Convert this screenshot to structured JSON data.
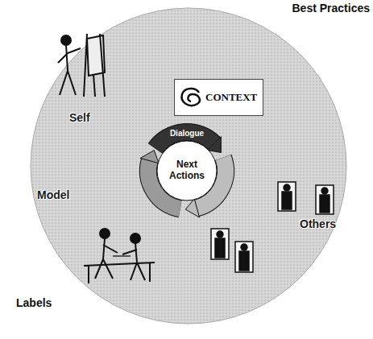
{
  "diagram": {
    "nodes": [
      {
        "text": [
          "CONTEXT"
        ]
      },
      {
        "text": [
          "Next Actions"
        ]
      }
    ],
    "labels": [
      "Best Practices",
      "Dialogue",
      "Self",
      "Model",
      "Others",
      "Labels"
    ]
  }
}
